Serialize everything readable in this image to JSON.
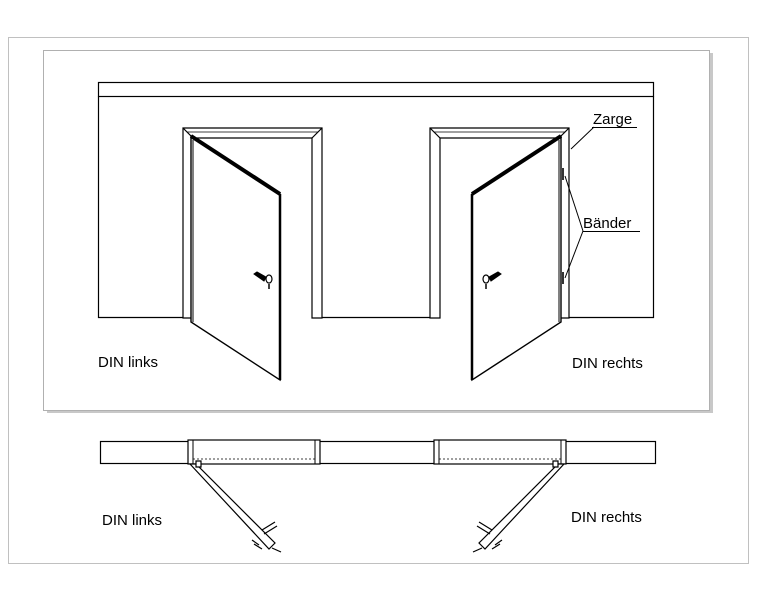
{
  "top_view": {
    "left_label": "DIN links",
    "right_label": "DIN rechts",
    "callout_frame": "Zarge",
    "callout_hinges": "Bänder"
  },
  "plan_view": {
    "left_label": "DIN links",
    "right_label": "DIN rechts"
  },
  "colors": {
    "background": "#ffffff",
    "panel": "#ffffff",
    "panel_shadow": "#c8c8c8",
    "outer_frame": "#c0c0c0",
    "line": "#000000"
  }
}
